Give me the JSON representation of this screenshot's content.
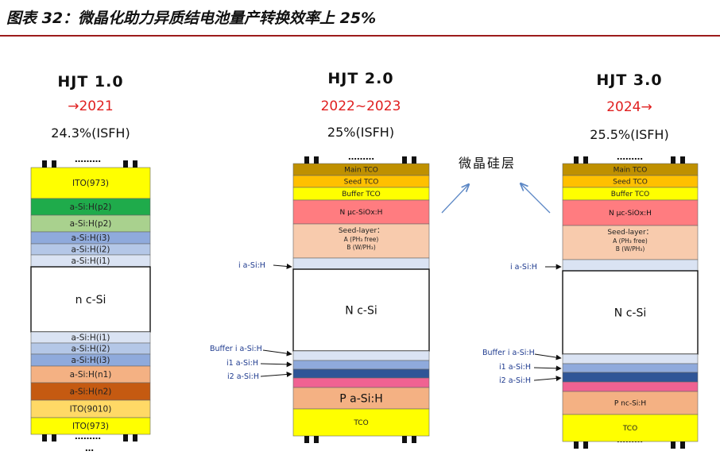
{
  "figure_title": "图表 32：微晶化助力异质结电池量产转换效率上 25%",
  "annotation": "微晶硅层",
  "ellipsis": "………",
  "trailing_dots": "…",
  "columns": [
    {
      "title": "HJT 1.0",
      "year": "→2021",
      "efficiency": "24.3%(ISFH)",
      "layers": [
        {
          "label": "ITO(973)",
          "color": "#ffff00"
        },
        {
          "label": "a-Si:H(p2)",
          "color": "#1fab4b"
        },
        {
          "label": "a-Si:H(p2)",
          "color": "#a9d18e"
        },
        {
          "label": "a-Si:H(i3)",
          "color": "#8faadc"
        },
        {
          "label": "a-Si:H(i2)",
          "color": "#b4c7e7"
        },
        {
          "label": "a-Si:H(i1)",
          "color": "#dae3f3"
        },
        {
          "label": "n c-Si",
          "color": "#ffffff"
        },
        {
          "label": "a-Si:H(i1)",
          "color": "#dae3f3"
        },
        {
          "label": "a-Si:H(i2)",
          "color": "#b4c7e7"
        },
        {
          "label": "a-Si:H(i3)",
          "color": "#8faadc"
        },
        {
          "label": "a-Si:H(n1)",
          "color": "#f4b183"
        },
        {
          "label": "a-Si:H(n2)",
          "color": "#c55a11"
        },
        {
          "label": "ITO(9010)",
          "color": "#ffd966"
        },
        {
          "label": "ITO(973)",
          "color": "#ffff00"
        }
      ],
      "side_labels": []
    },
    {
      "title": "HJT 2.0",
      "year": "2022~2023",
      "efficiency": "25%(ISFH)",
      "layers": [
        {
          "label": "Main TCO",
          "color": "#bf9000"
        },
        {
          "label": "Seed TCO",
          "color": "#ffc000"
        },
        {
          "label": "Buffer TCO",
          "color": "#ffff00"
        },
        {
          "label": "N μc-SiOx:H",
          "color": "#ff7c80"
        },
        {
          "label": "Seed-layer：",
          "sub": [
            "A (PH₃ free)",
            "B (W/PH₃)"
          ],
          "color": "#f8cbad"
        },
        {
          "label": "",
          "color": "#dae3f3"
        },
        {
          "label": "N c-Si",
          "color": "#ffffff"
        },
        {
          "label": "",
          "color": "#dae3f3"
        },
        {
          "label": "",
          "color": "#8faadc"
        },
        {
          "label": "",
          "color": "#2f5597"
        },
        {
          "label": "",
          "color": "#f06292"
        },
        {
          "label": "P a-Si:H",
          "color": "#f4b183"
        },
        {
          "label": "TCO",
          "color": "#ffff00"
        }
      ],
      "side_labels": [
        "i a-Si:H",
        "Buffer i a-Si:H",
        "i1 a-Si:H",
        "i2 a-Si:H"
      ]
    },
    {
      "title": "HJT 3.0",
      "year": "2024→",
      "efficiency": "25.5%(ISFH)",
      "layers": [
        {
          "label": "Main TCO",
          "color": "#bf9000"
        },
        {
          "label": "Seed TCO",
          "color": "#ffc000"
        },
        {
          "label": "Buffer TCO",
          "color": "#ffff00"
        },
        {
          "label": "N μc-SiOx:H",
          "color": "#ff7c80"
        },
        {
          "label": "Seed-layer：",
          "sub": [
            "A (PH₃ free)",
            "B (W/PH₃)"
          ],
          "color": "#f8cbad"
        },
        {
          "label": "",
          "color": "#dae3f3"
        },
        {
          "label": "N c-Si",
          "color": "#ffffff"
        },
        {
          "label": "",
          "color": "#dae3f3"
        },
        {
          "label": "",
          "color": "#8faadc"
        },
        {
          "label": "",
          "color": "#2f5597"
        },
        {
          "label": "",
          "color": "#f06292"
        },
        {
          "label": "P nc-Si:H",
          "color": "#f4b183"
        },
        {
          "label": "TCO",
          "color": "#ffff00"
        }
      ],
      "side_labels": [
        "i a-Si:H",
        "Buffer i a-Si:H",
        "i1 a-Si:H",
        "i2 a-Si:H"
      ]
    }
  ]
}
